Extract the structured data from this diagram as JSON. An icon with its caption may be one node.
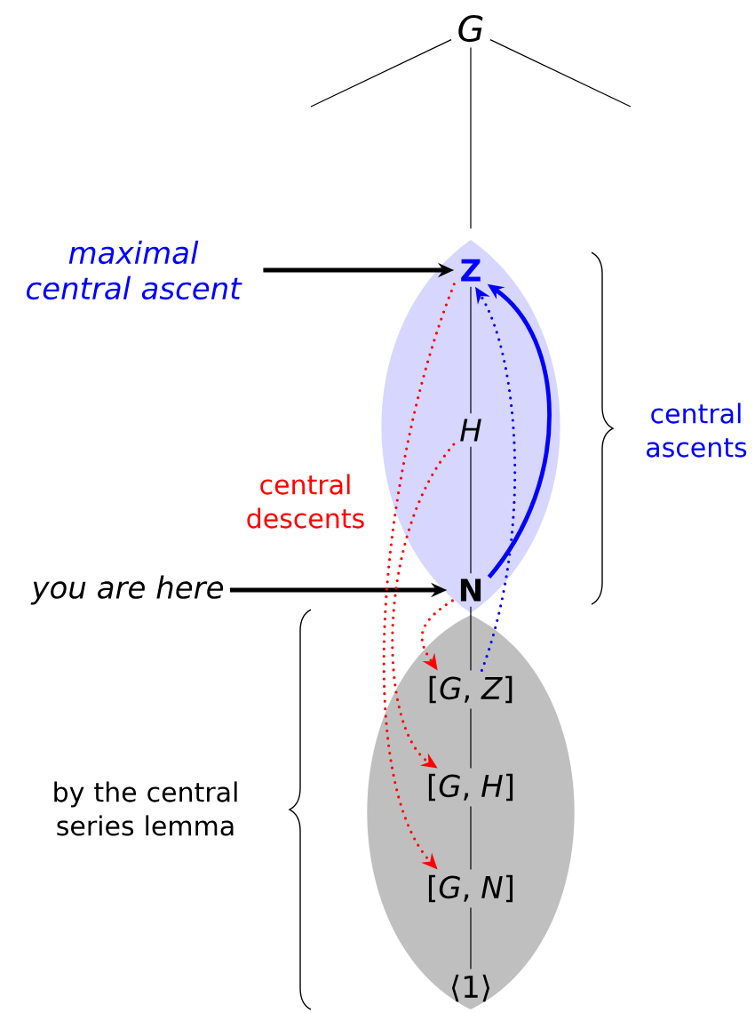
{
  "diagram": {
    "nodes": [
      {
        "text": [
          "*G*"
        ]
      },
      {
        "text": [],
        "shape": "ellipse"
      },
      {
        "text": [
          "Z"
        ],
        "in": 1
      },
      {
        "text": [
          "*H*"
        ],
        "in": 1
      },
      {
        "text": [
          "N"
        ],
        "in": 1
      },
      {
        "text": [],
        "shape": "ellipse"
      },
      {
        "text": [
          "[*G*, *Z*]"
        ],
        "in": 5
      },
      {
        "text": [
          "[*G*, *H*]"
        ],
        "in": 5
      },
      {
        "text": [
          "[*G*, *N*]"
        ],
        "in": 5
      },
      {
        "text": [
          "⟨1⟩"
        ],
        "in": 5
      },
      {
        "text": [
          "maximal central ascent"
        ]
      },
      {
        "text": [
          "you are here"
        ]
      }
    ],
    "edges": [
      {
        "from": 10,
        "to": 2,
        "arrow": "to",
        "style": "thick"
      },
      {
        "from": 11,
        "to": 4,
        "arrow": "to",
        "style": "thick"
      },
      {
        "from": 0,
        "to": 2,
        "arrow": "none"
      },
      {
        "from": 0,
        "to": null,
        "arrow": "none"
      },
      {
        "from": 0,
        "to": null,
        "arrow": "none"
      },
      {
        "from": 2,
        "to": 3,
        "arrow": "none"
      },
      {
        "from": 3,
        "to": 4,
        "arrow": "none"
      },
      {
        "from": 4,
        "to": 6,
        "arrow": "none"
      },
      {
        "from": 6,
        "to": 7,
        "arrow": "none"
      },
      {
        "from": 7,
        "to": 8,
        "arrow": "none"
      },
      {
        "from": 8,
        "to": 9,
        "arrow": "none"
      },
      {
        "from": 4,
        "to": 2,
        "arrow": "to",
        "style": "thick",
        "color": "#0000ff"
      },
      {
        "from": 6,
        "to": 2,
        "arrow": "to",
        "style": "dashed",
        "color": "#0000ff"
      },
      {
        "from": 2,
        "to": 8,
        "arrow": "to",
        "style": "dashed",
        "color": "#ff0000"
      },
      {
        "from": 3,
        "to": 7,
        "arrow": "to",
        "style": "dashed",
        "color": "#ff0000"
      },
      {
        "from": 4,
        "to": 6,
        "arrow": "to",
        "style": "dashed",
        "color": "#ff0000"
      }
    ],
    "labels": [
      "central ascents",
      "central descents",
      "by the central series lemma"
    ]
  }
}
